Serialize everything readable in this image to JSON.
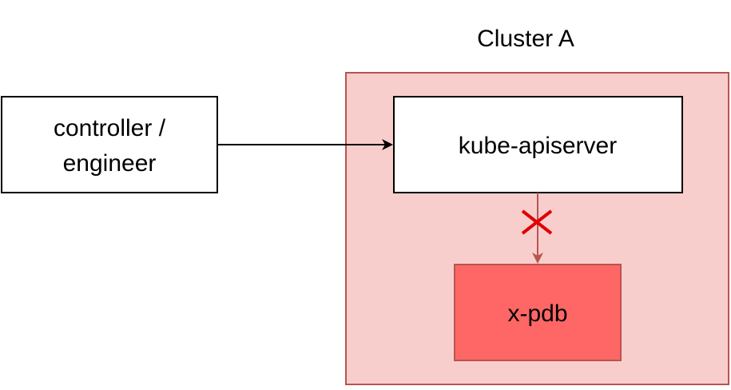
{
  "diagram": {
    "cluster": {
      "label": "Cluster A"
    },
    "nodes": {
      "client": {
        "line1": "controller /",
        "line2": "engineer"
      },
      "apiserver": {
        "label": "kube-apiserver"
      },
      "webhook": {
        "label": "x-pdb"
      }
    },
    "edges": [
      {
        "from": "client",
        "to": "apiserver",
        "style": "normal"
      },
      {
        "from": "apiserver",
        "to": "webhook",
        "style": "blocked"
      }
    ],
    "colors": {
      "cluster_fill": "#f8cecc",
      "cluster_stroke": "#b85450",
      "webhook_fill": "#ff6666",
      "blocked_arrow": "#b85450",
      "blocked_mark": "#e00000",
      "node_stroke": "#000000"
    }
  }
}
